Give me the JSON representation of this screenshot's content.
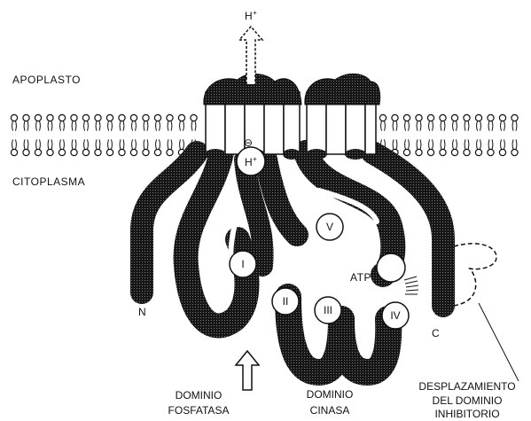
{
  "figure": {
    "proton_top": "H",
    "proton_top_sup": "+",
    "proton_inner": "H",
    "proton_inner_sup": "+",
    "minus_sign": "⊖",
    "region_top": "APOPLASTO",
    "region_bottom": "CITOPLASMA",
    "terminal_n": "N",
    "terminal_c": "C",
    "atp": "ATP",
    "domains": [
      "I",
      "II",
      "III",
      "IV",
      "V"
    ],
    "phosphatase_line1": "DOMINIO",
    "phosphatase_line2": "FOSFATASA",
    "kinase_line1": "DOMINIO",
    "kinase_line2": "CINASA",
    "inhibitory_line1": "DESPLAZAMIENTO",
    "inhibitory_line2": "DEL DOMINIO",
    "inhibitory_line3": "INHIBITORIO"
  },
  "colors": {
    "dark_pattern": "#1a1a1a",
    "line": "#111111",
    "background": "#ffffff"
  }
}
